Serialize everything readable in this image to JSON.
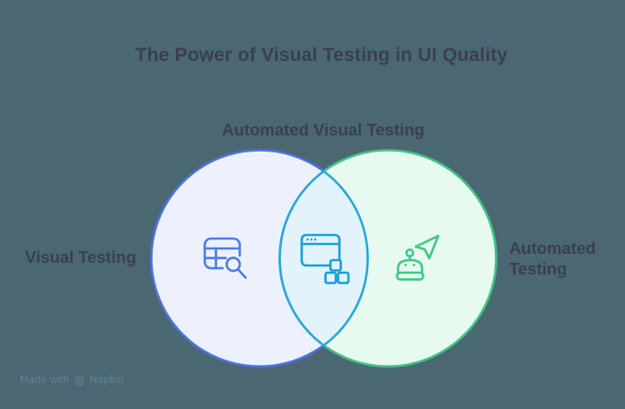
{
  "background_color": "#4B6771",
  "text_color": "#3A414C",
  "title": "The Power of Visual Testing in UI Quality",
  "venn": {
    "overlap_label": "Automated Visual Testing",
    "left": {
      "label": "Visual Testing",
      "icon": "table-search-icon",
      "fill": "#ECF1FD",
      "stroke": "#4C73E3",
      "icon_color": "#4E7CE8"
    },
    "right": {
      "label": "Automated Testing",
      "icon": "robot-send-icon",
      "fill": "#E7FAF0",
      "stroke": "#3FC288",
      "icon_color": "#3ECA83"
    },
    "overlap": {
      "icon": "browser-components-icon",
      "fill": "#E2F3FB",
      "stroke": "#29A7DA",
      "icon_color": "#199FD9"
    }
  },
  "watermark": {
    "prefix": "Made with",
    "brand": "Napkin",
    "icon": "napkin-logo-icon",
    "color": "#64809D"
  }
}
